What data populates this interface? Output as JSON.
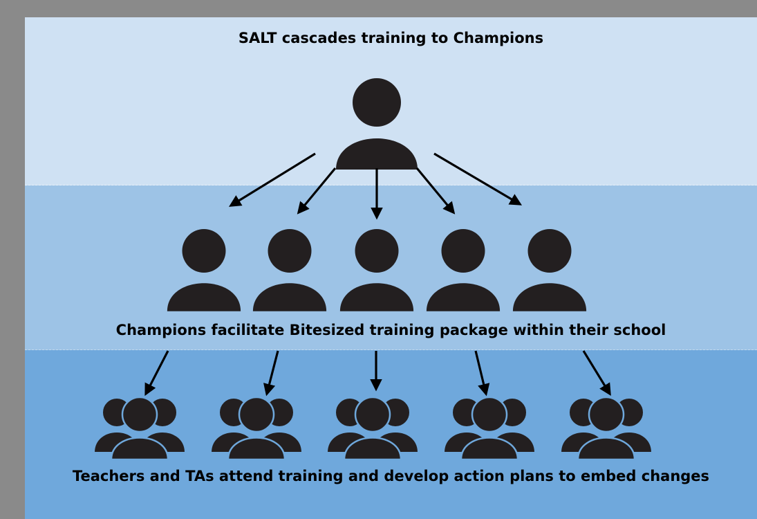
{
  "diagram": {
    "tiers": [
      {
        "label": "SALT cascades training to Champions",
        "icon": "person-icon",
        "count": 1,
        "color": "#cfe1f3"
      },
      {
        "label": "Champions facilitate Bitesized training package within their school",
        "icon": "person-icon",
        "count": 5,
        "color": "#9dc3e6"
      },
      {
        "label": "Teachers and TAs attend training and develop action plans to embed changes",
        "icon": "group-icon",
        "count": 5,
        "color": "#6fa8dc"
      }
    ],
    "icon_color": "#231f20",
    "arrow_color": "#000000"
  }
}
